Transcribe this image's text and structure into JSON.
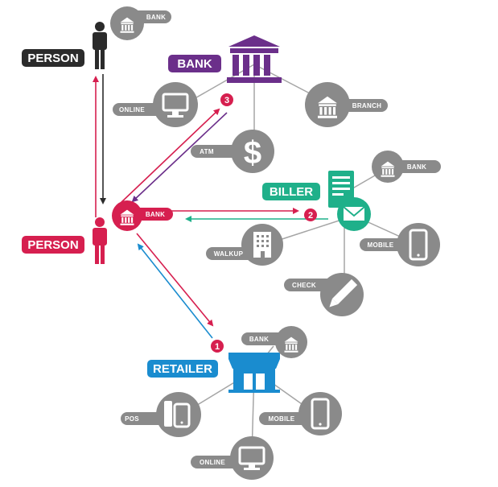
{
  "colors": {
    "bank": "#6b2f8a",
    "person_top": "#2b2b2b",
    "person_main": "#d61f4f",
    "biller": "#1fb08a",
    "retailer": "#1a8ccf",
    "node": "#8a8a8a",
    "line": "#a5a5a5"
  },
  "labels": {
    "person_top": "PERSON",
    "person_main": "PERSON",
    "bank_hub": "BANK",
    "biller": "BILLER",
    "retailer": "RETAILER",
    "person_bank": "BANK"
  },
  "bank_nodes": {
    "bank": "BANK",
    "online": "ONLINE",
    "atm": "ATM",
    "branch": "BRANCH"
  },
  "biller_nodes": {
    "bank": "BANK",
    "walkup": "WALKUP",
    "mobile": "MOBILE",
    "check": "CHECK"
  },
  "retailer_nodes": {
    "bank": "BANK",
    "pos": "POS",
    "mobile": "MOBILE",
    "online": "ONLINE"
  },
  "steps": {
    "one": "1",
    "two": "2",
    "three": "3"
  }
}
